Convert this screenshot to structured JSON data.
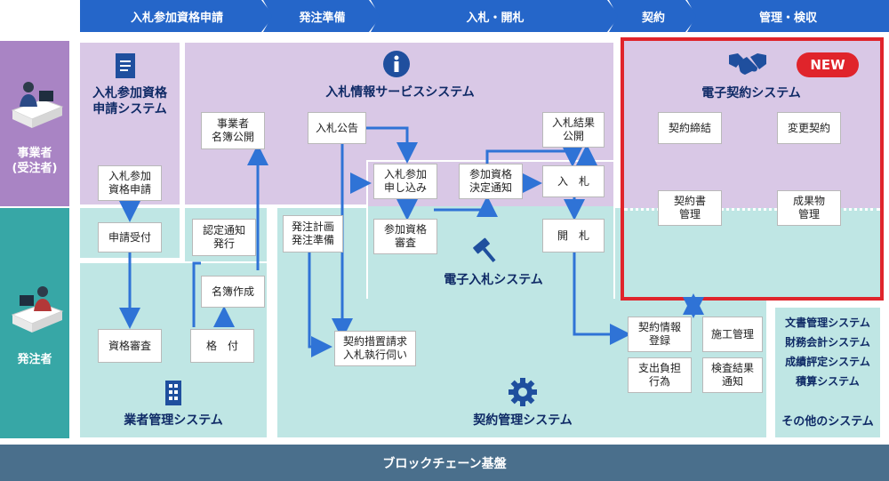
{
  "process_steps": [
    "入札参加資格申請",
    "発注準備",
    "入札・開札",
    "契約",
    "管理・検収"
  ],
  "sides": {
    "contractor": "事業者\n(受注者)",
    "orderer": "発注者"
  },
  "systems": {
    "qualification": "入札参加資格\n申請システム",
    "bid_info": "入札情報サービスシステム",
    "e_bid": "電子入札システム",
    "e_contract": "電子契約システム",
    "vendor_mgmt": "業者管理システム",
    "contract_mgmt": "契約管理システム",
    "other": "その他のシステム"
  },
  "new_badge": "NEW",
  "boxes": {
    "bid_apply": "入札参加\n資格申請",
    "app_receive": "申請受付",
    "qual_review": "資格審査",
    "vendor_publish": "事業者\n名簿公開",
    "cert_notice": "認定通知\n発行",
    "list_create": "名簿作成",
    "rating": "格　付",
    "bid_announce": "入札公告",
    "bid_result_publish": "入札結果\n公開",
    "bid_entry": "入札参加\n申し込み",
    "qual_decision": "参加資格\n決定通知",
    "bid": "入　札",
    "qual_check": "参加資格\n審査",
    "opening": "開　札",
    "order_plan": "発注計画\n発注準備",
    "contract_request": "契約措置請求\n入札執行伺い",
    "contract_sign": "契約締結",
    "contract_change": "変更契約",
    "contract_doc": "契約書\n管理",
    "deliverable": "成果物\n管理",
    "contract_register": "契約情報\n登録",
    "construction": "施工管理",
    "expense": "支出負担\n行為",
    "inspection": "検査結果\n通知"
  },
  "other_systems": [
    "文書管理システム",
    "財務会計システム",
    "成績評定システム",
    "積算システム"
  ],
  "footer": "ブロックチェーン基盤",
  "colors": {
    "arrow": "#2f73d6",
    "purple": "#d9c8e6",
    "teal": "#bfe6e4",
    "highlight": "#e0242b",
    "navy": "#0f2a66",
    "footer": "#4a6f8c"
  }
}
